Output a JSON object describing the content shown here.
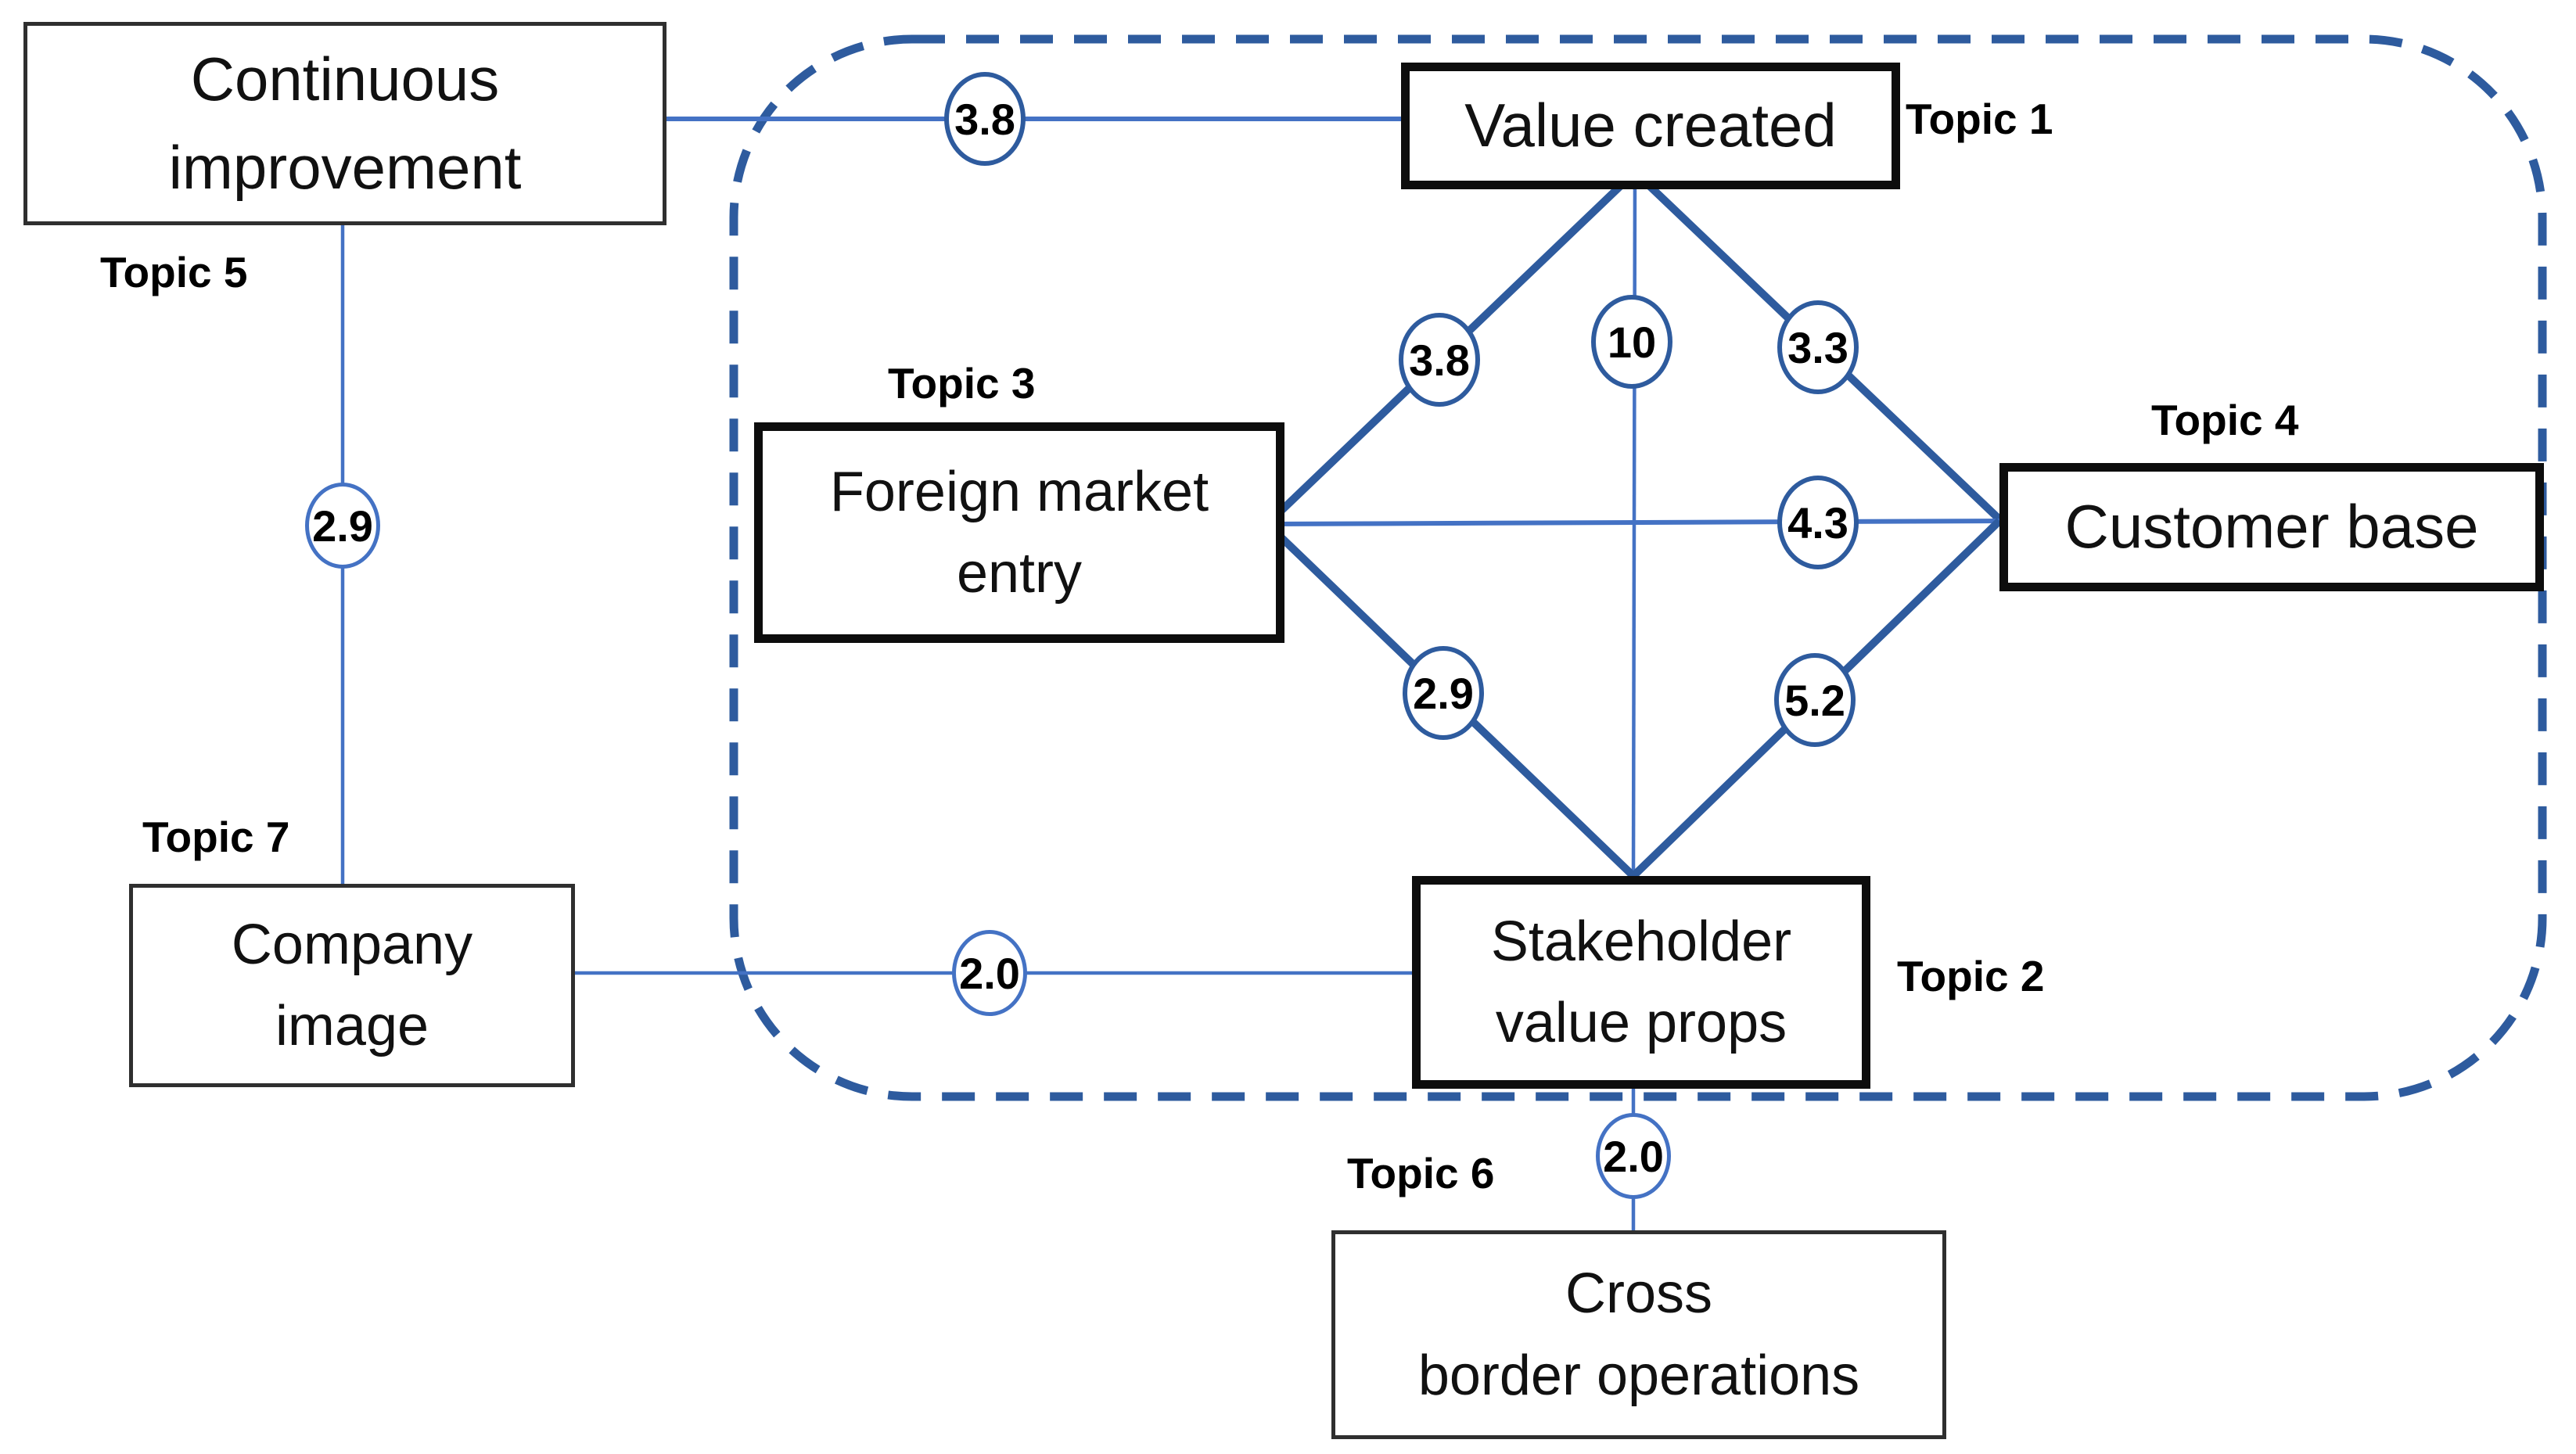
{
  "theme": {
    "edge-thick": "#2e5b9e",
    "edge-thin": "#4472c4",
    "cluster-dash": "#2e5b9e",
    "box-border-heavy": "#0d0d0d",
    "box-border-light": "#2f2f2f",
    "text": "#111111",
    "background": "#ffffff"
  },
  "cluster": {
    "style": "dashed-rounded-rectangle",
    "contains_topics": [
      "Topic 1",
      "Topic 2",
      "Topic 3",
      "Topic 4"
    ]
  },
  "nodes": [
    {
      "id": "continuous-improvement",
      "label": "Continuous\nimprovement",
      "topic": "Topic 5"
    },
    {
      "id": "value-created",
      "label": "Value created",
      "topic": "Topic 1"
    },
    {
      "id": "stakeholder-value-props",
      "label": "Stakeholder\nvalue props",
      "topic": "Topic 2"
    },
    {
      "id": "foreign-market-entry",
      "label": "Foreign market\nentry",
      "topic": "Topic 3"
    },
    {
      "id": "customer-base",
      "label": "Customer base",
      "topic": "Topic 4"
    },
    {
      "id": "cross-border-operations",
      "label": "Cross\nborder operations",
      "topic": "Topic 6"
    },
    {
      "id": "company-image",
      "label": "Company\nimage",
      "topic": "Topic 7"
    }
  ],
  "edges": [
    {
      "from": "continuous-improvement",
      "to": "value-created",
      "weight": "3.8"
    },
    {
      "from": "continuous-improvement",
      "to": "company-image",
      "weight": "2.9"
    },
    {
      "from": "company-image",
      "to": "stakeholder-value-props",
      "weight": "2.0"
    },
    {
      "from": "value-created",
      "to": "stakeholder-value-props",
      "weight": "10"
    },
    {
      "from": "value-created",
      "to": "foreign-market-entry",
      "weight": "3.8"
    },
    {
      "from": "value-created",
      "to": "customer-base",
      "weight": "3.3"
    },
    {
      "from": "foreign-market-entry",
      "to": "customer-base",
      "weight": "4.3"
    },
    {
      "from": "foreign-market-entry",
      "to": "stakeholder-value-props",
      "weight": "2.9"
    },
    {
      "from": "customer-base",
      "to": "stakeholder-value-props",
      "weight": "5.2"
    },
    {
      "from": "stakeholder-value-props",
      "to": "cross-border-operations",
      "weight": "2.0"
    }
  ]
}
